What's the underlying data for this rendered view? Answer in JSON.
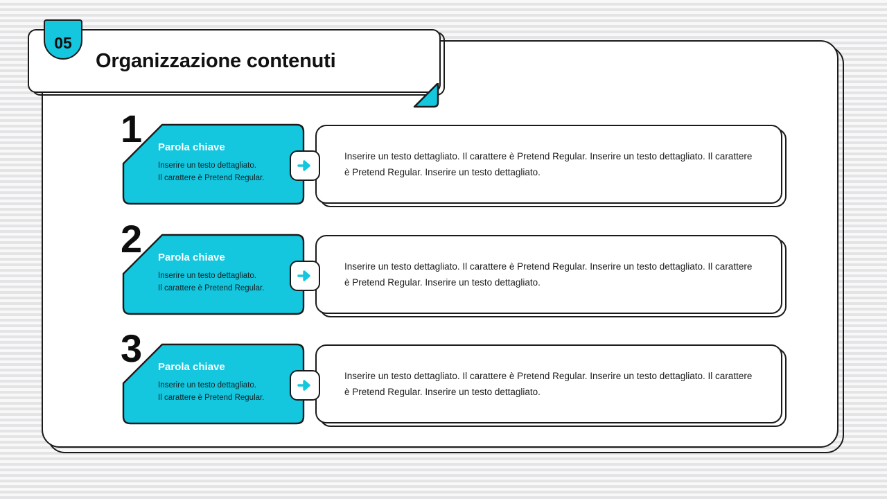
{
  "slide": {
    "badge_number": "05",
    "title": "Organizzazione contenuti",
    "accent_color": "#14c6de",
    "ink_color": "#1a1a1a",
    "background": "horizontal-stripes"
  },
  "rows": [
    {
      "number": "1",
      "keyword_title": "Parola chiave",
      "keyword_line1": "Inserire un testo dettagliato.",
      "keyword_line2": "Il carattere è Pretend Regular.",
      "arrow_icon": "arrow-right-icon",
      "detail": "Inserire un testo dettagliato. Il carattere è Pretend Regular. Inserire un testo dettagliato. Il carattere è Pretend Regular. Inserire un testo dettagliato."
    },
    {
      "number": "2",
      "keyword_title": "Parola chiave",
      "keyword_line1": "Inserire un testo dettagliato.",
      "keyword_line2": "Il carattere è Pretend Regular.",
      "arrow_icon": "arrow-right-icon",
      "detail": "Inserire un testo dettagliato. Il carattere è Pretend Regular. Inserire un testo dettagliato. Il carattere è Pretend Regular. Inserire un testo dettagliato."
    },
    {
      "number": "3",
      "keyword_title": "Parola chiave",
      "keyword_line1": "Inserire un testo dettagliato.",
      "keyword_line2": "Il carattere è Pretend Regular.",
      "arrow_icon": "arrow-right-icon",
      "detail": "Inserire un testo dettagliato. Il carattere è Pretend Regular. Inserire un testo dettagliato. Il carattere è Pretend Regular. Inserire un testo dettagliato."
    }
  ]
}
